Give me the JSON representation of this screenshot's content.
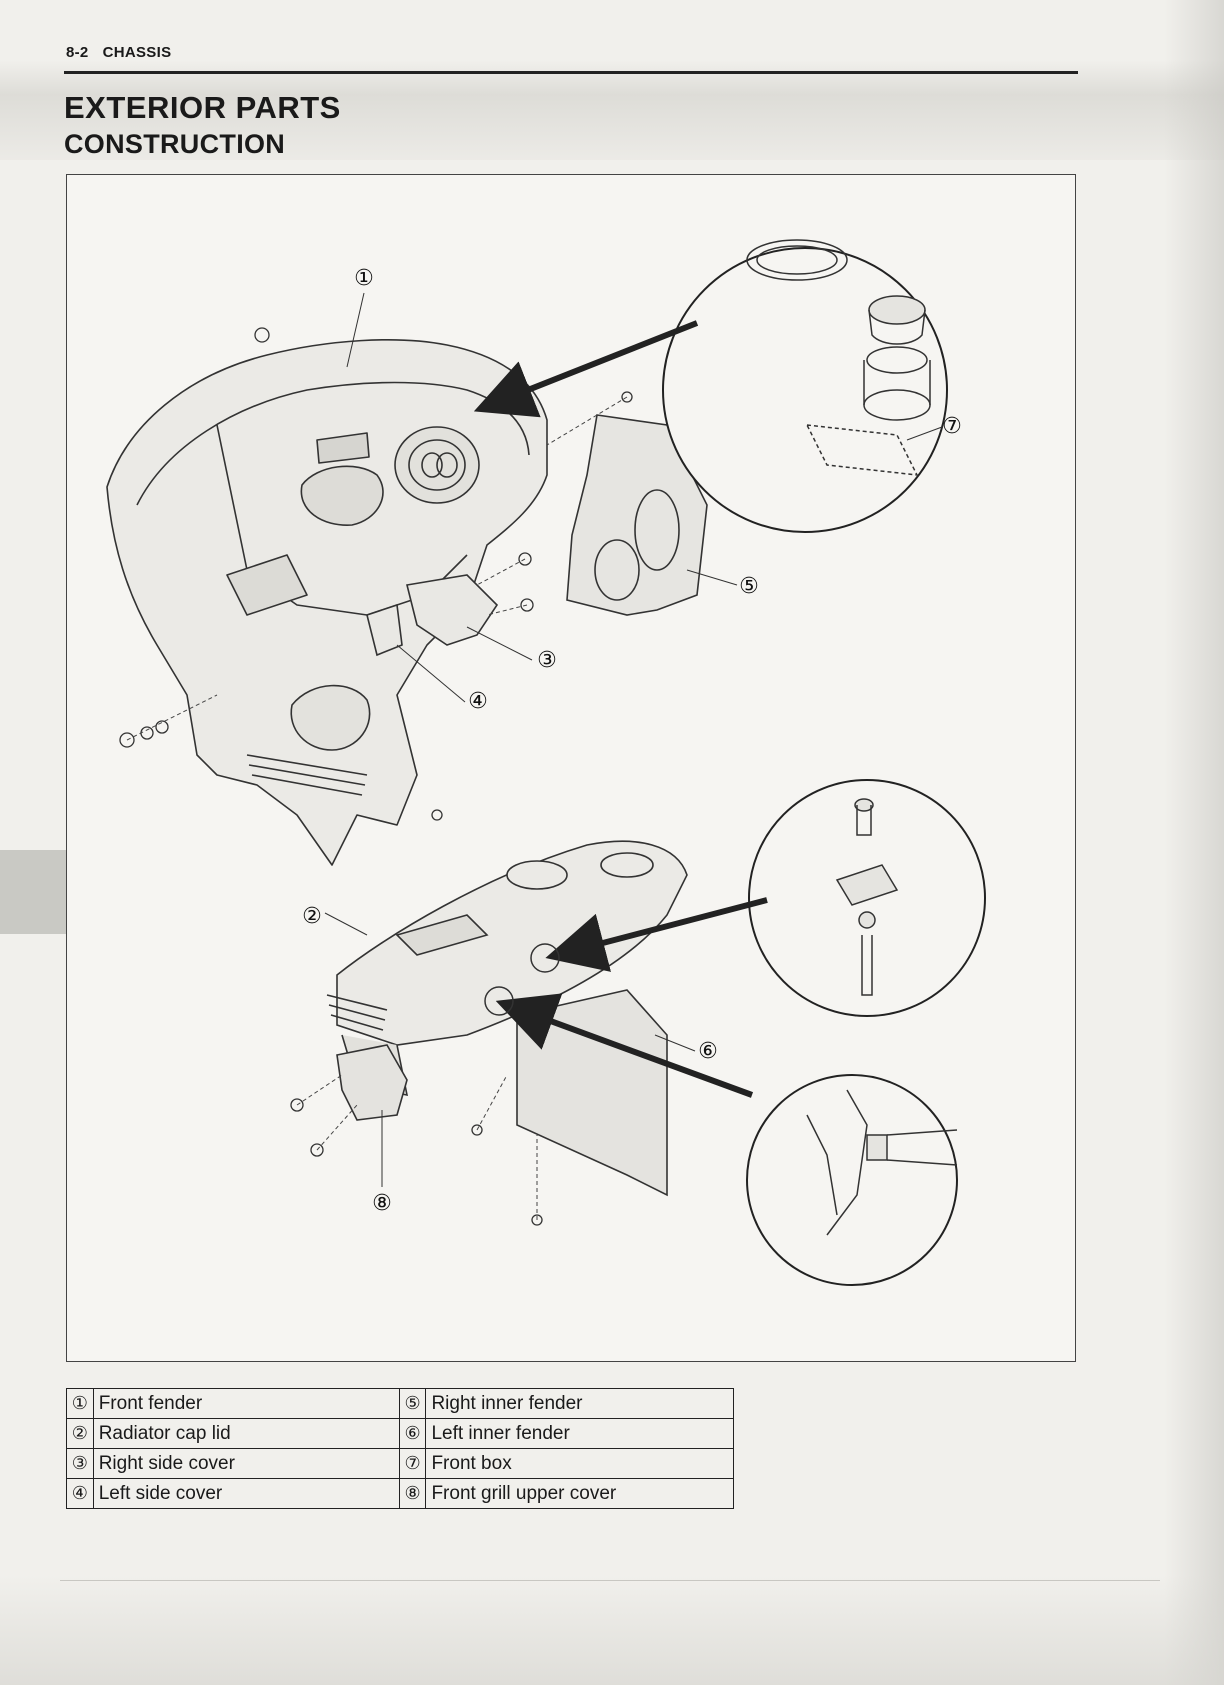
{
  "header": {
    "page_number": "8-2",
    "section": "CHASSIS"
  },
  "title": "EXTERIOR PARTS",
  "subtitle": "CONSTRUCTION",
  "diagram": {
    "callouts": [
      "①",
      "②",
      "③",
      "④",
      "⑤",
      "⑥",
      "⑦",
      "⑧"
    ]
  },
  "legend": {
    "rows": [
      {
        "left_num": "①",
        "left_label": "Front fender",
        "right_num": "⑤",
        "right_label": "Right inner fender"
      },
      {
        "left_num": "②",
        "left_label": "Radiator cap lid",
        "right_num": "⑥",
        "right_label": "Left inner fender"
      },
      {
        "left_num": "③",
        "left_label": "Right side cover",
        "right_num": "⑦",
        "right_label": "Front box"
      },
      {
        "left_num": "④",
        "left_label": "Left side cover",
        "right_num": "⑧",
        "right_label": "Front grill upper cover"
      }
    ]
  }
}
